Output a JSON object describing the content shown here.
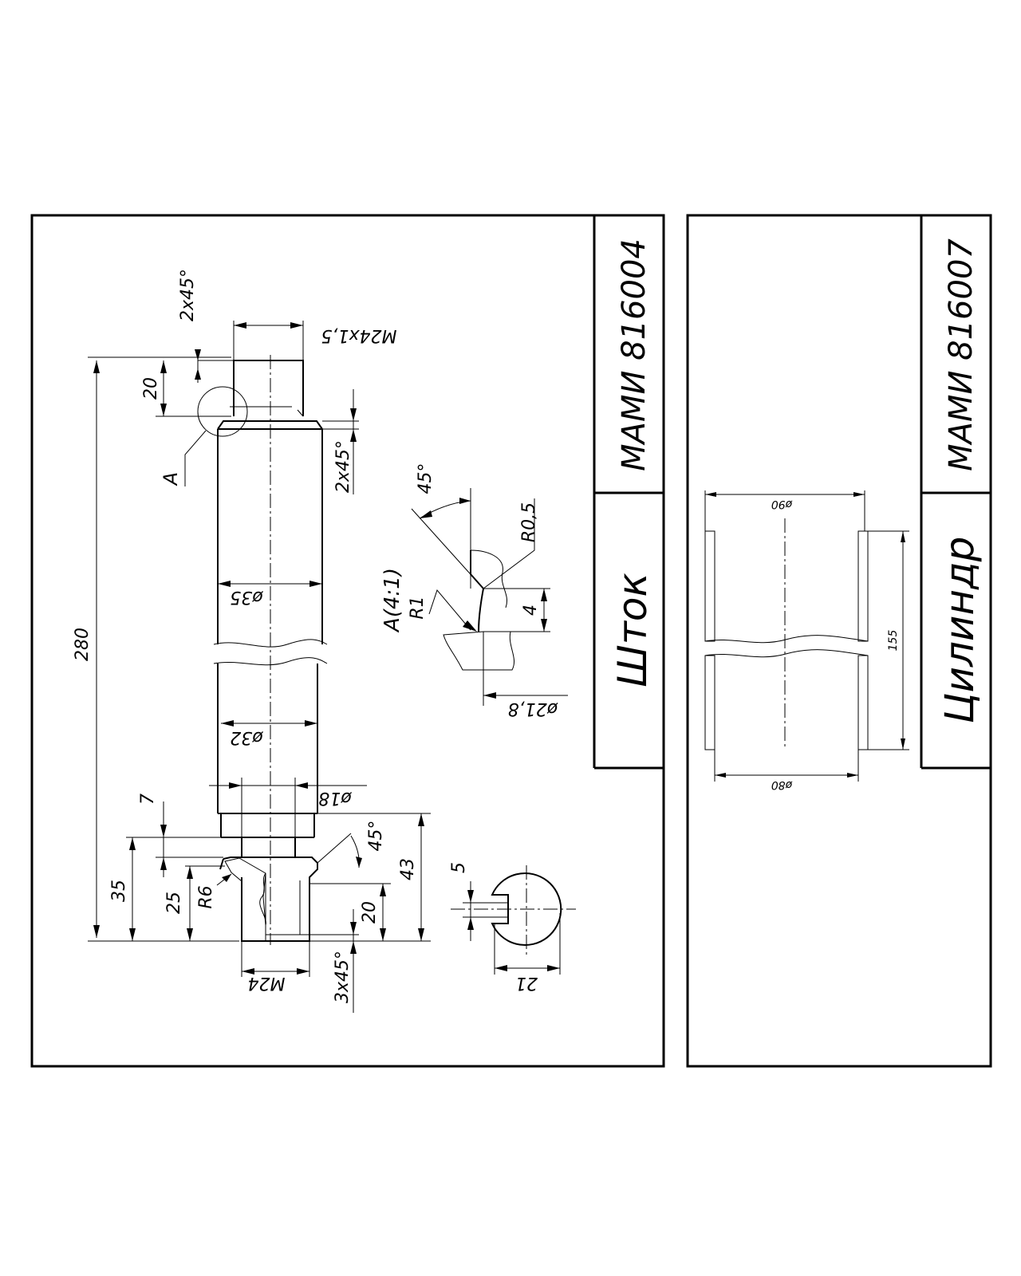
{
  "sheets": [
    {
      "code": "МАМИ 816004",
      "name": "Шток",
      "dimensions": {
        "overall_length": "280",
        "top_chamfer": "2x45°",
        "thread_top": "M24x1,5",
        "thread_length": "20",
        "detail_label": "A",
        "shoulder_chamfer": "2x45°",
        "diameter_main": "ø35",
        "diameter_lower": "ø32",
        "diameter_neck": "ø18",
        "step_7": "7",
        "length_35": "35",
        "length_25": "25",
        "radius_r6": "R6",
        "angle_45": "45°",
        "length_43": "43",
        "length_20_bottom": "20",
        "chamfer_bottom": "3x45°",
        "thread_bottom": "M24",
        "slot_width": "5",
        "flat_21": "21"
      },
      "detail": {
        "title": "A(4:1)",
        "angle": "45°",
        "radius_small": "R0,5",
        "radius_r1": "R1",
        "depth": "4",
        "diameter": "ø21,8"
      }
    },
    {
      "code": "МАМИ 816007",
      "name": "Цилиндр",
      "dimensions": {
        "diameter_outer_top": "ø90",
        "diameter_outer_bottom": "ø80",
        "length": "155"
      }
    }
  ]
}
